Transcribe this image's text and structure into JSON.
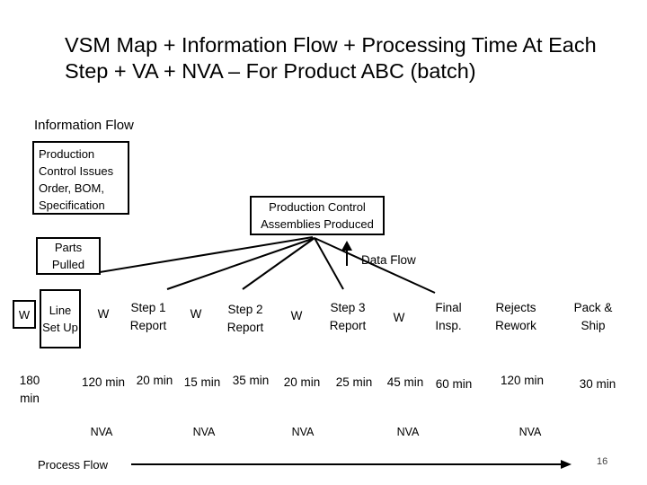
{
  "title": "VSM Map + Information Flow + Processing Time At Each Step + VA + NVA – For Product ABC (batch)",
  "subtitle": "Information Flow",
  "info_boxes": {
    "pc_issues": "Production Control Issues Order, BOM, Specification",
    "pc_assemblies": "Production Control Assemblies Produced",
    "parts_pulled": "Parts Pulled"
  },
  "data_flow_label": "Data Flow",
  "process_row": {
    "w0": "W",
    "line_set_up": "Line Set Up",
    "w1": "W",
    "step1": "Step 1 Report",
    "w2": "W",
    "step2": "Step 2 Report",
    "w3": "W",
    "step3": "Step 3 Report",
    "w4": "W",
    "final_insp": "Final Insp.",
    "rejects_rework": "Rejects Rework",
    "pack_ship": "Pack & Ship"
  },
  "times": [
    "180 min",
    "120 min",
    "20 min",
    "15 min",
    "35 min",
    "20 min",
    "25 min",
    "45 min",
    "60 min",
    "120 min",
    "30 min"
  ],
  "nva_labels": [
    "NVA",
    "NVA",
    "NVA",
    "NVA",
    "NVA"
  ],
  "process_flow_label": "Process Flow",
  "page_number": "16"
}
